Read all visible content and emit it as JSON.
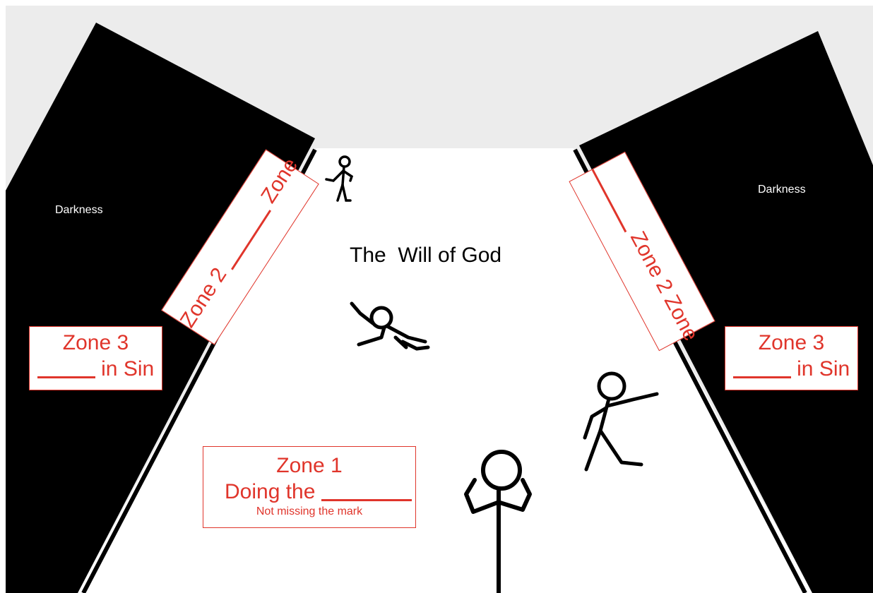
{
  "title": "The  Will of God",
  "darkness_left": "Darkness",
  "darkness_right": "Darkness",
  "zone1": {
    "title": "Zone 1",
    "prefix": "Doing the",
    "subtitle": "Not missing the mark"
  },
  "zone2_left": {
    "title": "Zone 2",
    "suffix": "Zone"
  },
  "zone2_right": {
    "title": "Zone 2",
    "suffix": "Zone"
  },
  "zone3_left": {
    "title": "Zone 3",
    "suffix": "in Sin"
  },
  "zone3_right": {
    "title": "Zone 3",
    "suffix": "in Sin"
  },
  "colors": {
    "zone_red": "#e0352b",
    "darkness": "#000000",
    "sky": "#ececec",
    "path": "#ffffff"
  },
  "figures": [
    "stick-figure-walking",
    "stick-figure-crawling",
    "stick-figure-pointing",
    "stick-figure-thinking"
  ]
}
